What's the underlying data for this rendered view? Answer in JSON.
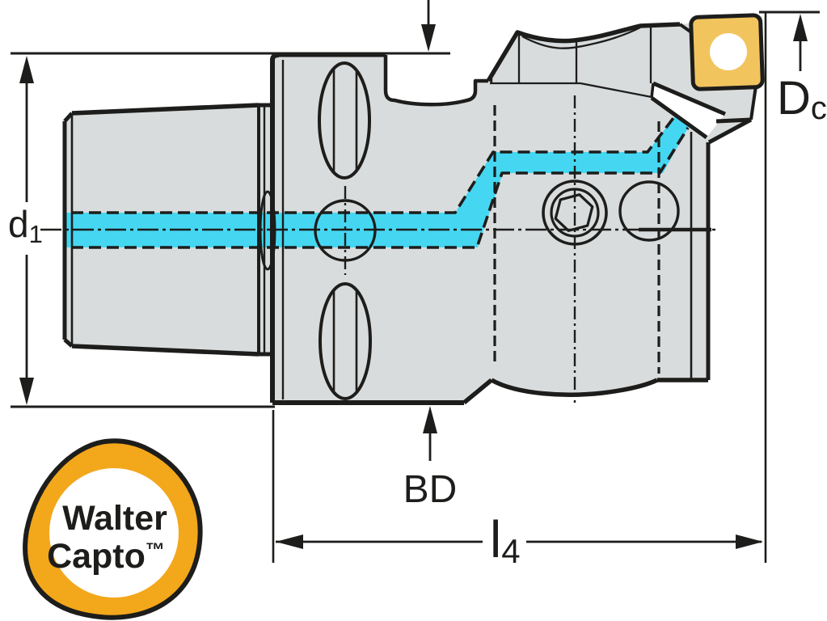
{
  "drawing": {
    "title": "Walter Capto boring bar tool holder dimensional drawing",
    "labels": {
      "d1_main": "d",
      "d1_sub": "1",
      "bd": "BD",
      "l4_main": "l",
      "l4_sub": "4",
      "dc_main": "D",
      "dc_sub": "c"
    },
    "logo": {
      "line1": "Walter",
      "line2": "Capto",
      "tm": "™"
    },
    "colors": {
      "line": "#1d1d1b",
      "body_gray": "#d9dcdd",
      "coolant_cyan": "#45d7f2",
      "insert_gold": "#f1c45e",
      "logo_orange": "#f3a71b",
      "background": "#ffffff"
    }
  }
}
